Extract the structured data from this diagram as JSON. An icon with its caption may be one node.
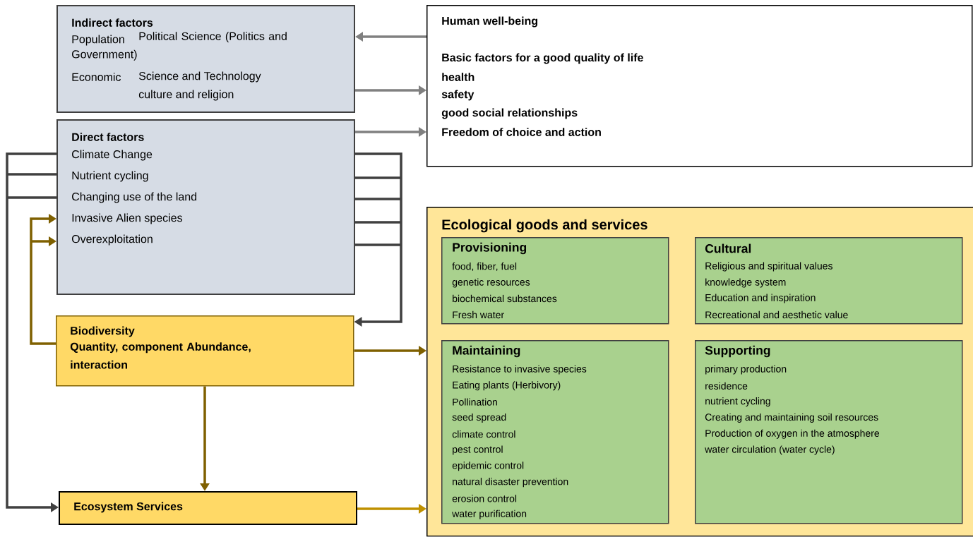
{
  "diagram": {
    "nodes": [
      {
        "text": [
          "Indirect factors",
          "Population",
          "Political Science (Politics and Government)",
          "Economic",
          "Science and Technology",
          "culture and religion"
        ]
      },
      {
        "text": [
          "Human well-being",
          "Basic factors for a good quality of life",
          "health",
          "safety",
          "good social relationships",
          "Freedom of choice and action"
        ]
      },
      {
        "text": [
          "Direct factors",
          "Climate Change",
          "Nutrient cycling",
          "Changing use of the land",
          "Invasive Alien species",
          "Overexploitation"
        ]
      },
      {
        "text": [
          "Biodiversity",
          "Quantity, component Abundance, interaction"
        ]
      },
      {
        "text": [
          "Ecological goods and services"
        ]
      },
      {
        "text": [
          "Provisioning",
          "food, fiber, fuel",
          "genetic resources",
          "biochemical substances",
          "Fresh water"
        ],
        "in": 4
      },
      {
        "text": [
          "Cultural",
          "Religious and spiritual values",
          "knowledge system",
          "Education and inspiration",
          "Recreational and aesthetic value"
        ],
        "in": 4
      },
      {
        "text": [
          "Maintaining",
          "Resistance to invasive species",
          "Eating plants (Herbivory)",
          "Pollination",
          "seed spread",
          "climate control",
          "pest control",
          "epidemic control",
          "natural disaster prevention",
          "erosion control",
          "water purification"
        ],
        "in": 4
      },
      {
        "text": [
          "Supporting",
          "primary production",
          "residence",
          "nutrient cycling",
          "Creating and maintaining soil resources",
          "Production of oxygen in the atmosphere",
          "water circulation (water cycle)"
        ],
        "in": 4
      },
      {
        "text": [
          "Ecosystem Services"
        ]
      }
    ],
    "edges": [
      {
        "from": 1,
        "to": 0,
        "arrow": "to",
        "color": "#808080"
      },
      {
        "from": 0,
        "to": 1,
        "arrow": "to",
        "color": "#808080"
      },
      {
        "from": 2,
        "to": 1,
        "arrow": "to",
        "color": "#808080"
      },
      {
        "from": 2,
        "to": 3,
        "arrow": "to",
        "color": "#404040"
      },
      {
        "from": 2,
        "to": 9,
        "arrow": "to",
        "color": "#404040"
      },
      {
        "from": 3,
        "to": 2,
        "arrow": "to",
        "color": "#7f6000"
      },
      {
        "from": 3,
        "to": 4,
        "arrow": "to",
        "color": "#7f6000"
      },
      {
        "from": 3,
        "to": 9,
        "arrow": "to",
        "color": "#7f6000"
      },
      {
        "from": 9,
        "to": 4,
        "arrow": "to",
        "color": "#bf9000"
      }
    ]
  }
}
